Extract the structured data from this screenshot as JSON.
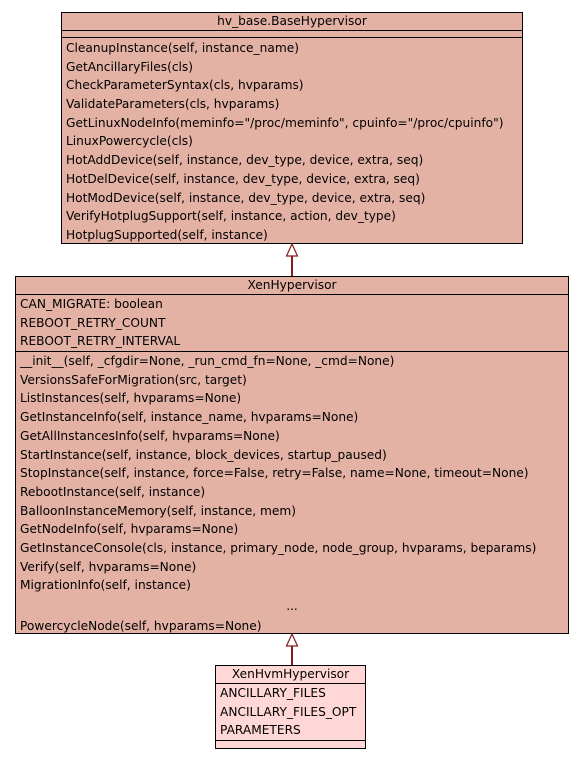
{
  "colors": {
    "base_fill": "#e4b2a5",
    "xen_fill": "#e4b2a5",
    "hvm_fill": "#fed7d6",
    "edge": "#8b1a1a"
  },
  "base": {
    "name": "hv_base.BaseHypervisor",
    "methods": [
      "CleanupInstance(self, instance_name)",
      "GetAncillaryFiles(cls)",
      "CheckParameterSyntax(cls, hvparams)",
      "ValidateParameters(cls, hvparams)",
      "GetLinuxNodeInfo(meminfo=\"/proc/meminfo\", cpuinfo=\"/proc/cpuinfo\")",
      "LinuxPowercycle(cls)",
      "HotAddDevice(self, instance, dev_type, device, extra, seq)",
      "HotDelDevice(self, instance, dev_type, device, extra, seq)",
      "HotModDevice(self, instance, dev_type, device, extra, seq)",
      "VerifyHotplugSupport(self, instance, action, dev_type)",
      "HotplugSupported(self, instance)"
    ]
  },
  "xen": {
    "name": "XenHypervisor",
    "attributes": [
      "CAN_MIGRATE: boolean",
      "REBOOT_RETRY_COUNT",
      "REBOOT_RETRY_INTERVAL"
    ],
    "methods": [
      "__init__(self, _cfgdir=None, _run_cmd_fn=None, _cmd=None)",
      "VersionsSafeForMigration(src, target)",
      "ListInstances(self, hvparams=None)",
      "GetInstanceInfo(self, instance_name, hvparams=None)",
      "GetAllInstancesInfo(self, hvparams=None)",
      "StartInstance(self, instance, block_devices, startup_paused)",
      "StopInstance(self, instance, force=False, retry=False, name=None, timeout=None)",
      "RebootInstance(self, instance)",
      "BalloonInstanceMemory(self, instance, mem)",
      "GetNodeInfo(self, hvparams=None)",
      "GetInstanceConsole(cls, instance, primary_node, node_group, hvparams, beparams)",
      "Verify(self, hvparams=None)",
      "MigrationInfo(self, instance)"
    ],
    "ellipsis": "...",
    "last_method": "PowercycleNode(self, hvparams=None)"
  },
  "hvm": {
    "name": "XenHvmHypervisor",
    "attributes": [
      "ANCILLARY_FILES",
      "ANCILLARY_FILES_OPT",
      "PARAMETERS"
    ]
  }
}
